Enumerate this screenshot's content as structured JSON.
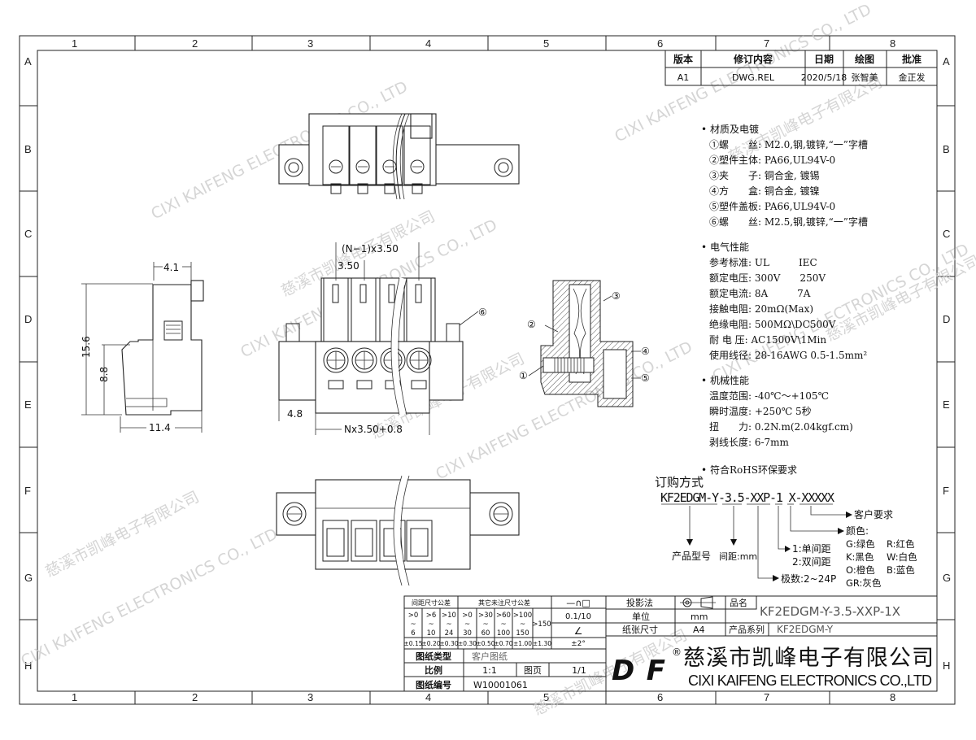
{
  "frame": {
    "columns": [
      "1",
      "2",
      "3",
      "4",
      "5",
      "6",
      "7",
      "8"
    ],
    "rows": [
      "A",
      "B",
      "C",
      "D",
      "E",
      "F",
      "G",
      "H"
    ]
  },
  "revision": {
    "headers": [
      "版本",
      "修订内容",
      "日期",
      "绘图",
      "批准"
    ],
    "row": [
      "A1",
      "DWG.REL",
      "2020/5/18",
      "张智美",
      "金正发"
    ]
  },
  "specs": {
    "material": {
      "title": "材质及电镀",
      "items": [
        "①螺　　丝: M2.0,钢,镀锌,“一”字槽",
        "②塑件主体: PA66,UL94V-0",
        "③夹　　子: 铜合金, 镀锡",
        "④方　　盒: 铜合金, 镀镍",
        "⑤塑件盖板: PA66,UL94V-0",
        "⑥螺　　丝: M2.5,钢,镀锌,“一”字槽"
      ]
    },
    "electrical": {
      "title": "电气性能",
      "items": [
        "参考标准: UL　　　IEC",
        "额定电压: 300V　　250V",
        "额定电流: 8A　　　7A",
        "接触电阻: 20mΩ(Max)",
        "绝缘电阻: 500MΩ\\DC500V",
        "耐 电 压: AC1500V\\1Min",
        "使用线径: 28-16AWG 0.5-1.5mm²"
      ]
    },
    "mechanical": {
      "title": "机械性能",
      "items": [
        "温度范围: -40℃～+105℃",
        "瞬时温度: +250℃ 5秒",
        "扭　　力: 0.2N.m(2.04kgf.cm)",
        "剥线长度: 6-7mm"
      ]
    },
    "rohs": "符合RoHS环保要求"
  },
  "ordering": {
    "title": "订购方式",
    "code": "KF2EDGM-Y-3.5-XXP-1 X-XXXXX",
    "labels": {
      "model": "产品型号",
      "pitch": "间距:mm",
      "poles": "极数:2~24P",
      "single": "1:单间距",
      "double": "2:双间距",
      "color": "颜色:",
      "customer": "客户要求"
    },
    "colors": [
      "G:绿色",
      "R:红色",
      "K:黑色",
      "W:白色",
      "O:橙色",
      "B:蓝色",
      "GR:灰色"
    ]
  },
  "dimensions": {
    "d41": "4.1",
    "d156": "15.6",
    "d88": "8.8",
    "d114": "11.4",
    "pitchN": "(N−1)x3.50",
    "pitch": "3.50",
    "d48": "4.8",
    "width": "Nx3.50+0.8",
    "callouts": [
      "①",
      "②",
      "③",
      "④",
      "⑤",
      "⑥"
    ]
  },
  "title_block": {
    "tol_header1": "间距尺寸公差",
    "tol_header2": "其它未注尺寸公差",
    "form_symbols": "—∩□",
    "ranges": [
      [
        ">0",
        "~",
        "6"
      ],
      [
        ">6",
        "~",
        "10"
      ],
      [
        ">10",
        "~",
        "24"
      ],
      [
        ">0",
        "~",
        "30"
      ],
      [
        ">30",
        "~",
        "60"
      ],
      [
        ">60",
        "~",
        "100"
      ],
      [
        ">100",
        "~",
        "150"
      ]
    ],
    "range_last": ">150",
    "tolerances": [
      "±0.15",
      "±0.20",
      "±0.30",
      "±0.30",
      "±0.50",
      "±0.70",
      "±1.00",
      "±1.30"
    ],
    "flatness": "0.1/10",
    "angle_symbol": "∠",
    "angle_tol": "±2°",
    "drawing_type_label": "图纸类型",
    "drawing_type": "客户图纸",
    "scale_label": "比例",
    "scale": "1:1",
    "page_label": "图页",
    "page": "1/1",
    "number_label": "图纸编号",
    "number": "W10001061",
    "projection_label": "投影法",
    "unit_label": "单位",
    "unit": "mm",
    "paper_label": "纸张尺寸",
    "paper": "A4",
    "name_label": "品名",
    "name": "KF2EDGM-Y-3.5-XXP-1X",
    "series_label": "产品系列",
    "series": "KF2EDGM-Y",
    "company_cn": "慈溪市凯峰电子有限公司",
    "company_en": "CIXI KAIFENG ELECTRONICS CO.,LTD",
    "registered": "®",
    "logo": "DF"
  },
  "watermark": {
    "cn": "慈溪市凯峰电子有限公司",
    "en": "CIXI KAIFENG ELECTRONICS CO., LTD",
    "badge": "KAIFENG"
  }
}
